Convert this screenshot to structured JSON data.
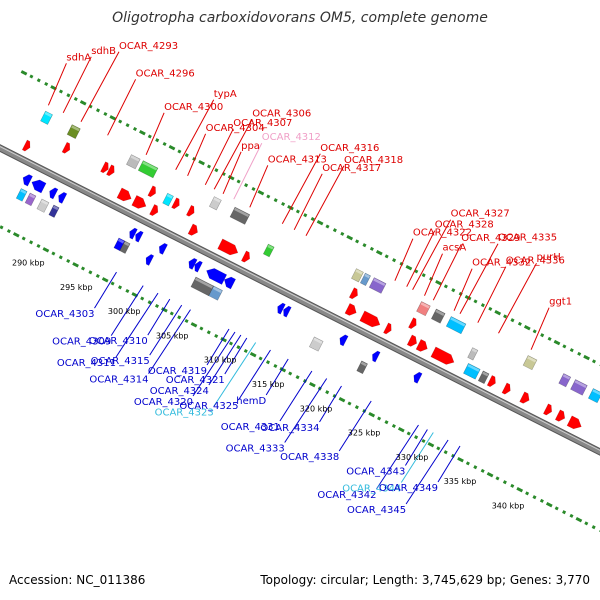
{
  "title": "Oligotropha carboxidovorans OM5, complete genome",
  "footer": {
    "accession": "Accession: NC_011386",
    "topology": "Topology: circular; Length: 3,745,629 bp; Genes: 3,770"
  },
  "colors": {
    "forward_label": "#dd0000",
    "reverse_label": "#0000cc",
    "pseudo_forward_label": "#f0a0c8",
    "pseudo_reverse_label": "#33bbdd",
    "tick_dot": "#2a8a2a",
    "backbone": "#888888"
  },
  "scale_labels": [
    {
      "text": "290 kbp",
      "pos": 0.087
    },
    {
      "text": "295 kbp",
      "pos": 0.168
    },
    {
      "text": "300 kbp",
      "pos": 0.249
    },
    {
      "text": "305 kbp",
      "pos": 0.33
    },
    {
      "text": "310 kbp",
      "pos": 0.411
    },
    {
      "text": "315 kbp",
      "pos": 0.492
    },
    {
      "text": "320 kbp",
      "pos": 0.573
    },
    {
      "text": "325 kbp",
      "pos": 0.654
    },
    {
      "text": "330 kbp",
      "pos": 0.735
    },
    {
      "text": "335 kbp",
      "pos": 0.816
    },
    {
      "text": "340 kbp",
      "pos": 0.897
    }
  ],
  "forward_labels": [
    {
      "text": "sdhA",
      "pos": 0.005,
      "kind": "normal"
    },
    {
      "text": "sdhB",
      "pos": 0.03,
      "kind": "normal"
    },
    {
      "text": "OCAR_4293",
      "pos": 0.06,
      "kind": "normal"
    },
    {
      "text": "OCAR_4300",
      "pos": 0.17,
      "kind": "normal"
    },
    {
      "text": "OCAR_4296",
      "pos": 0.105,
      "kind": "normal"
    },
    {
      "text": "typA",
      "pos": 0.22,
      "kind": "normal"
    },
    {
      "text": "OCAR_4304",
      "pos": 0.24,
      "kind": "normal"
    },
    {
      "text": "OCAR_4307",
      "pos": 0.27,
      "kind": "normal"
    },
    {
      "text": "OCAR_4306",
      "pos": 0.285,
      "kind": "normal"
    },
    {
      "text": "ppa",
      "pos": 0.3,
      "kind": "normal"
    },
    {
      "text": "OCAR_4312",
      "pos": 0.318,
      "kind": "pseudo"
    },
    {
      "text": "OCAR_4316",
      "pos": 0.4,
      "kind": "normal"
    },
    {
      "text": "OCAR_4313",
      "pos": 0.345,
      "kind": "normal"
    },
    {
      "text": "OCAR_4317",
      "pos": 0.42,
      "kind": "normal"
    },
    {
      "text": "OCAR_4318",
      "pos": 0.44,
      "kind": "normal"
    },
    {
      "text": "OCAR_4322",
      "pos": 0.59,
      "kind": "normal"
    },
    {
      "text": "OCAR_4328",
      "pos": 0.61,
      "kind": "normal"
    },
    {
      "text": "OCAR_4327",
      "pos": 0.62,
      "kind": "normal"
    },
    {
      "text": "acsA",
      "pos": 0.64,
      "kind": "normal"
    },
    {
      "text": "OCAR_4329",
      "pos": 0.655,
      "kind": "normal"
    },
    {
      "text": "OCAR_4335",
      "pos": 0.7,
      "kind": "normal"
    },
    {
      "text": "OCAR_4332",
      "pos": 0.69,
      "kind": "normal"
    },
    {
      "text": "OCAR_4336",
      "pos": 0.73,
      "kind": "normal"
    },
    {
      "text": "purH",
      "pos": 0.765,
      "kind": "normal"
    },
    {
      "text": "ggt1",
      "pos": 0.82,
      "kind": "normal"
    }
  ],
  "reverse_labels": [
    {
      "text": "OCAR_4303",
      "pos": 0.21,
      "kind": "normal"
    },
    {
      "text": "OCAR_4309",
      "pos": 0.255,
      "kind": "normal"
    },
    {
      "text": "OCAR_4311",
      "pos": 0.28,
      "kind": "normal"
    },
    {
      "text": "OCAR_4310",
      "pos": 0.3,
      "kind": "normal"
    },
    {
      "text": "OCAR_4315",
      "pos": 0.32,
      "kind": "normal"
    },
    {
      "text": "OCAR_4314",
      "pos": 0.335,
      "kind": "normal"
    },
    {
      "text": "OCAR_4319",
      "pos": 0.4,
      "kind": "normal"
    },
    {
      "text": "OCAR_4324",
      "pos": 0.42,
      "kind": "normal"
    },
    {
      "text": "OCAR_4320",
      "pos": 0.41,
      "kind": "normal"
    },
    {
      "text": "OCAR_4321",
      "pos": 0.43,
      "kind": "normal"
    },
    {
      "text": "OCAR_4325",
      "pos": 0.47,
      "kind": "normal"
    },
    {
      "text": "OCAR_4323",
      "pos": 0.445,
      "kind": "pseudo"
    },
    {
      "text": "hemD",
      "pos": 0.5,
      "kind": "normal"
    },
    {
      "text": "OCAR_4331",
      "pos": 0.54,
      "kind": "normal"
    },
    {
      "text": "OCAR_4333",
      "pos": 0.565,
      "kind": "normal"
    },
    {
      "text": "OCAR_4334",
      "pos": 0.59,
      "kind": "normal"
    },
    {
      "text": "OCAR_4338",
      "pos": 0.64,
      "kind": "normal"
    },
    {
      "text": "OCAR_4342",
      "pos": 0.72,
      "kind": "normal"
    },
    {
      "text": "OCAR_4343",
      "pos": 0.735,
      "kind": "normal"
    },
    {
      "text": "OCAR_4344",
      "pos": 0.745,
      "kind": "pseudo"
    },
    {
      "text": "OCAR_4345",
      "pos": 0.77,
      "kind": "normal"
    },
    {
      "text": "OCAR_4349",
      "pos": 0.79,
      "kind": "normal"
    }
  ],
  "forward_features": [
    {
      "pos": 0.005,
      "track": 3,
      "len": 0.012,
      "color": "#00e5ff",
      "shape": "box"
    },
    {
      "pos": 0.05,
      "track": 3,
      "len": 0.014,
      "color": "#6b8e23",
      "shape": "box"
    },
    {
      "pos": 0.055,
      "track": 2,
      "len": 0.006,
      "color": "#ff0000",
      "shape": "arrow"
    },
    {
      "pos": 0.0,
      "track": 1,
      "len": 0.008,
      "color": "#ff0000",
      "shape": "arrow"
    },
    {
      "pos": 0.15,
      "track": 3,
      "len": 0.015,
      "color": "#bbbbbb",
      "shape": "box"
    },
    {
      "pos": 0.17,
      "track": 3,
      "len": 0.025,
      "color": "#33cc33",
      "shape": "box"
    },
    {
      "pos": 0.12,
      "track": 2,
      "len": 0.005,
      "color": "#ff0000",
      "shape": "arrow"
    },
    {
      "pos": 0.13,
      "track": 2,
      "len": 0.005,
      "color": "#ff0000",
      "shape": "arrow"
    },
    {
      "pos": 0.16,
      "track": 1,
      "len": 0.02,
      "color": "#ff0000",
      "shape": "arrow"
    },
    {
      "pos": 0.185,
      "track": 1,
      "len": 0.02,
      "color": "#ff0000",
      "shape": "arrow"
    },
    {
      "pos": 0.215,
      "track": 1,
      "len": 0.01,
      "color": "#ff0000",
      "shape": "arrow"
    },
    {
      "pos": 0.2,
      "track": 2,
      "len": 0.006,
      "color": "#ff0000",
      "shape": "arrow"
    },
    {
      "pos": 0.225,
      "track": 2,
      "len": 0.01,
      "color": "#00e5ff",
      "shape": "box"
    },
    {
      "pos": 0.24,
      "track": 2,
      "len": 0.006,
      "color": "#ff0000",
      "shape": "arrow"
    },
    {
      "pos": 0.29,
      "track": 3,
      "len": 0.012,
      "color": "#cccccc",
      "shape": "box"
    },
    {
      "pos": 0.325,
      "track": 3,
      "len": 0.025,
      "color": "#666666",
      "shape": "box"
    },
    {
      "pos": 0.265,
      "track": 2,
      "len": 0.008,
      "color": "#ff0000",
      "shape": "arrow"
    },
    {
      "pos": 0.28,
      "track": 1,
      "len": 0.012,
      "color": "#ff0000",
      "shape": "arrow"
    },
    {
      "pos": 0.33,
      "track": 1,
      "len": 0.03,
      "color": "#ff0000",
      "shape": "arrow"
    },
    {
      "pos": 0.37,
      "track": 1,
      "len": 0.01,
      "color": "#ff0000",
      "shape": "arrow"
    },
    {
      "pos": 0.395,
      "track": 2,
      "len": 0.01,
      "color": "#33cc33",
      "shape": "box"
    },
    {
      "pos": 0.53,
      "track": 3,
      "len": 0.012,
      "color": "#c8c896",
      "shape": "box"
    },
    {
      "pos": 0.545,
      "track": 3,
      "len": 0.008,
      "color": "#6699cc",
      "shape": "box"
    },
    {
      "pos": 0.56,
      "track": 3,
      "len": 0.02,
      "color": "#8866cc",
      "shape": "box"
    },
    {
      "pos": 0.54,
      "track": 2,
      "len": 0.01,
      "color": "#ff0000",
      "shape": "arrow"
    },
    {
      "pos": 0.545,
      "track": 1,
      "len": 0.015,
      "color": "#ff0000",
      "shape": "arrow"
    },
    {
      "pos": 0.57,
      "track": 1,
      "len": 0.03,
      "color": "#ff0000",
      "shape": "arrow"
    },
    {
      "pos": 0.61,
      "track": 1,
      "len": 0.008,
      "color": "#ff0000",
      "shape": "arrow"
    },
    {
      "pos": 0.64,
      "track": 3,
      "len": 0.015,
      "color": "#f08080",
      "shape": "box"
    },
    {
      "pos": 0.665,
      "track": 3,
      "len": 0.015,
      "color": "#666666",
      "shape": "box"
    },
    {
      "pos": 0.69,
      "track": 3,
      "len": 0.025,
      "color": "#00bfff",
      "shape": "box"
    },
    {
      "pos": 0.64,
      "track": 2,
      "len": 0.006,
      "color": "#ff0000",
      "shape": "arrow"
    },
    {
      "pos": 0.65,
      "track": 1,
      "len": 0.012,
      "color": "#ff0000",
      "shape": "arrow"
    },
    {
      "pos": 0.665,
      "track": 1,
      "len": 0.015,
      "color": "#ff0000",
      "shape": "arrow"
    },
    {
      "pos": 0.69,
      "track": 1,
      "len": 0.035,
      "color": "#ff0000",
      "shape": "arrow"
    },
    {
      "pos": 0.74,
      "track": 2,
      "len": 0.008,
      "color": "#bbbbbb",
      "shape": "box"
    },
    {
      "pos": 0.745,
      "track": 1,
      "len": 0.02,
      "color": "#00bfff",
      "shape": "box"
    },
    {
      "pos": 0.77,
      "track": 1,
      "len": 0.01,
      "color": "#666666",
      "shape": "box"
    },
    {
      "pos": 0.785,
      "track": 1,
      "len": 0.01,
      "color": "#ff0000",
      "shape": "arrow"
    },
    {
      "pos": 0.82,
      "track": 3,
      "len": 0.015,
      "color": "#c8c896",
      "shape": "box"
    },
    {
      "pos": 0.81,
      "track": 1,
      "len": 0.01,
      "color": "#ff0000",
      "shape": "arrow"
    },
    {
      "pos": 0.84,
      "track": 1,
      "len": 0.012,
      "color": "#ff0000",
      "shape": "arrow"
    },
    {
      "pos": 0.88,
      "track": 3,
      "len": 0.012,
      "color": "#8866cc",
      "shape": "box"
    },
    {
      "pos": 0.9,
      "track": 3,
      "len": 0.02,
      "color": "#8866cc",
      "shape": "box"
    },
    {
      "pos": 0.93,
      "track": 3,
      "len": 0.015,
      "color": "#00bfff",
      "shape": "box"
    },
    {
      "pos": 0.88,
      "track": 1,
      "len": 0.01,
      "color": "#ff0000",
      "shape": "arrow"
    },
    {
      "pos": 0.9,
      "track": 1,
      "len": 0.012,
      "color": "#ff0000",
      "shape": "arrow"
    },
    {
      "pos": 0.92,
      "track": 1,
      "len": 0.02,
      "color": "#ff0000",
      "shape": "arrow"
    }
  ],
  "reverse_features": [
    {
      "pos": 0.02,
      "track": 1,
      "len": 0.012,
      "color": "#0000ff",
      "shape": "arrow"
    },
    {
      "pos": 0.035,
      "track": 1,
      "len": 0.02,
      "color": "#0000ff",
      "shape": "arrow"
    },
    {
      "pos": 0.065,
      "track": 1,
      "len": 0.01,
      "color": "#0000ff",
      "shape": "arrow"
    },
    {
      "pos": 0.08,
      "track": 1,
      "len": 0.01,
      "color": "#0000ff",
      "shape": "arrow"
    },
    {
      "pos": 0.025,
      "track": 2,
      "len": 0.01,
      "color": "#00bfff",
      "shape": "box"
    },
    {
      "pos": 0.04,
      "track": 2,
      "len": 0.01,
      "color": "#9966cc",
      "shape": "box"
    },
    {
      "pos": 0.06,
      "track": 2,
      "len": 0.012,
      "color": "#cccccc",
      "shape": "box"
    },
    {
      "pos": 0.08,
      "track": 2,
      "len": 0.006,
      "color": "#333399",
      "shape": "box"
    },
    {
      "pos": 0.2,
      "track": 1,
      "len": 0.006,
      "color": "#0000ff",
      "shape": "arrow"
    },
    {
      "pos": 0.21,
      "track": 1,
      "len": 0.006,
      "color": "#0000ff",
      "shape": "arrow"
    },
    {
      "pos": 0.19,
      "track": 2,
      "len": 0.01,
      "color": "#0000ff",
      "shape": "box"
    },
    {
      "pos": 0.2,
      "track": 2,
      "len": 0.006,
      "color": "#666666",
      "shape": "box"
    },
    {
      "pos": 0.25,
      "track": 1,
      "len": 0.01,
      "color": "#0000ff",
      "shape": "arrow"
    },
    {
      "pos": 0.24,
      "track": 2,
      "len": 0.006,
      "color": "#0000ff",
      "shape": "arrow"
    },
    {
      "pos": 0.3,
      "track": 1,
      "len": 0.01,
      "color": "#0000ff",
      "shape": "arrow"
    },
    {
      "pos": 0.31,
      "track": 1,
      "len": 0.006,
      "color": "#0000ff",
      "shape": "arrow"
    },
    {
      "pos": 0.33,
      "track": 1,
      "len": 0.03,
      "color": "#0000ff",
      "shape": "arrow"
    },
    {
      "pos": 0.36,
      "track": 1,
      "len": 0.015,
      "color": "#0000ff",
      "shape": "arrow"
    },
    {
      "pos": 0.32,
      "track": 2,
      "len": 0.03,
      "color": "#666666",
      "shape": "box"
    },
    {
      "pos": 0.35,
      "track": 2,
      "len": 0.015,
      "color": "#6699cc",
      "shape": "box"
    },
    {
      "pos": 0.45,
      "track": 1,
      "len": 0.006,
      "color": "#0000ff",
      "shape": "arrow"
    },
    {
      "pos": 0.46,
      "track": 1,
      "len": 0.006,
      "color": "#0000ff",
      "shape": "arrow"
    },
    {
      "pos": 0.52,
      "track": 2,
      "len": 0.015,
      "color": "#cccccc",
      "shape": "box"
    },
    {
      "pos": 0.555,
      "track": 1,
      "len": 0.01,
      "color": "#0000ff",
      "shape": "arrow"
    },
    {
      "pos": 0.6,
      "track": 2,
      "len": 0.01,
      "color": "#666666",
      "shape": "box"
    },
    {
      "pos": 0.61,
      "track": 1,
      "len": 0.006,
      "color": "#0000ff",
      "shape": "arrow"
    },
    {
      "pos": 0.68,
      "track": 1,
      "len": 0.01,
      "color": "#0000ff",
      "shape": "arrow"
    }
  ]
}
